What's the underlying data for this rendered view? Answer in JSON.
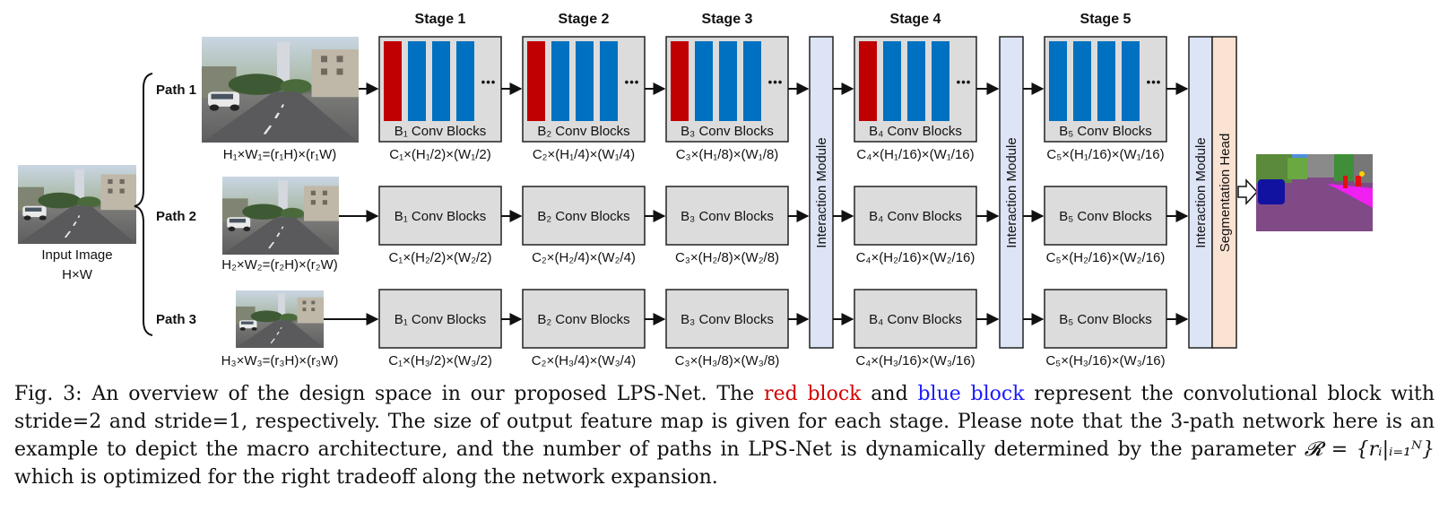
{
  "figure": {
    "input": {
      "label_line1": "Input Image",
      "label_line2": "H×W"
    },
    "paths": [
      {
        "label": "Path 1",
        "size": "H₁×W₁=(r₁H)×(r₁W)"
      },
      {
        "label": "Path 2",
        "size": "H₂×W₂=(r₂H)×(r₂W)"
      },
      {
        "label": "Path 3",
        "size": "H₃×W₃=(r₃H)×(r₃W)"
      }
    ],
    "stages": [
      {
        "title": "Stage 1",
        "block_label": "B₁ Conv Blocks",
        "outputs": [
          "C₁×(H₁/2)×(W₁/2)",
          "C₁×(H₂/2)×(W₂/2)",
          "C₁×(H₃/2)×(W₃/2)"
        ]
      },
      {
        "title": "Stage 2",
        "block_label": "B₂ Conv Blocks",
        "outputs": [
          "C₂×(H₁/4)×(W₁/4)",
          "C₂×(H₂/4)×(W₂/4)",
          "C₂×(H₃/4)×(W₃/4)"
        ]
      },
      {
        "title": "Stage 3",
        "block_label": "B₃ Conv Blocks",
        "outputs": [
          "C₃×(H₁/8)×(W₁/8)",
          "C₃×(H₂/8)×(W₂/8)",
          "C₃×(H₃/8)×(W₃/8)"
        ]
      },
      {
        "title": "Stage 4",
        "block_label": "B₄ Conv Blocks",
        "outputs": [
          "C₄×(H₁/16)×(W₁/16)",
          "C₄×(H₂/16)×(W₂/16)",
          "C₄×(H₃/16)×(W₃/16)"
        ]
      },
      {
        "title": "Stage 5",
        "block_label": "B₅ Conv Blocks",
        "outputs": [
          "C₅×(H₁/16)×(W₁/16)",
          "C₅×(H₂/16)×(W₂/16)",
          "C₅×(H₃/16)×(W₃/16)"
        ]
      }
    ],
    "ellipsis": "•••",
    "interaction_module": "Interaction Module",
    "segmentation_head": "Segmentation Head",
    "colors": {
      "red_block": "#c00000",
      "blue_block": "#0070c0",
      "interaction_fill": "#dde4f5",
      "seg_head_fill": "#fbe3d3"
    }
  },
  "caption": {
    "prefix": "Fig. 3:",
    "part1": " An overview of the design space in our proposed LPS-Net. The ",
    "red_text": "red block",
    "part2": " and ",
    "blue_text": "blue block",
    "part3": " represent the convolutional block with stride=2 and stride=1, respectively. The size of output feature map is given for each stage. Please note that the 3-path network here is an example to depict the macro architecture, and the number of paths in LPS-Net is dynamically determined by the parameter ",
    "math": "𝓡 = {rᵢ|ᵢ₌₁ᴺ}",
    "part4": " which is optimized for the right tradeoff along the network expansion."
  }
}
